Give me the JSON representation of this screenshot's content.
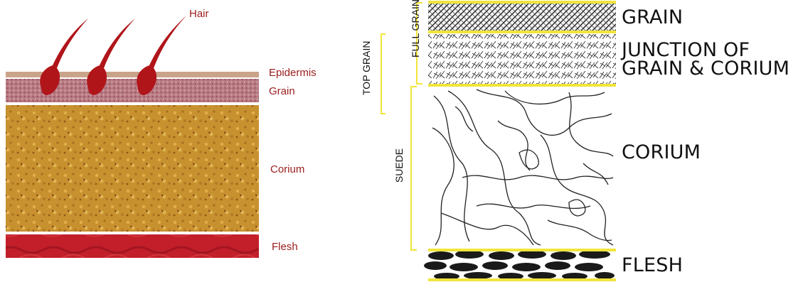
{
  "left": {
    "hair": "Hair",
    "epidermis": "Epidermis",
    "grain": "Grain",
    "corium": "Corium",
    "flesh": "Flesh"
  },
  "right": {
    "grain": "GRAIN",
    "junction_line1": "JUNCTION OF",
    "junction_line2": "GRAIN & CORIUM",
    "corium": "CORIUM",
    "flesh": "FLESH",
    "full_grain": "FULL GRAIN",
    "top_grain": "TOP GRAIN",
    "suede": "SUEDE"
  },
  "colors": {
    "label_red": "#9b1c1c",
    "hair_red": "#b0151a",
    "epidermis": "#c9a48a",
    "grain_pink": "#b7757e",
    "corium_gold": "#c99230",
    "flesh_red": "#c01f2a",
    "divider_yellow": "#f1e53a"
  }
}
